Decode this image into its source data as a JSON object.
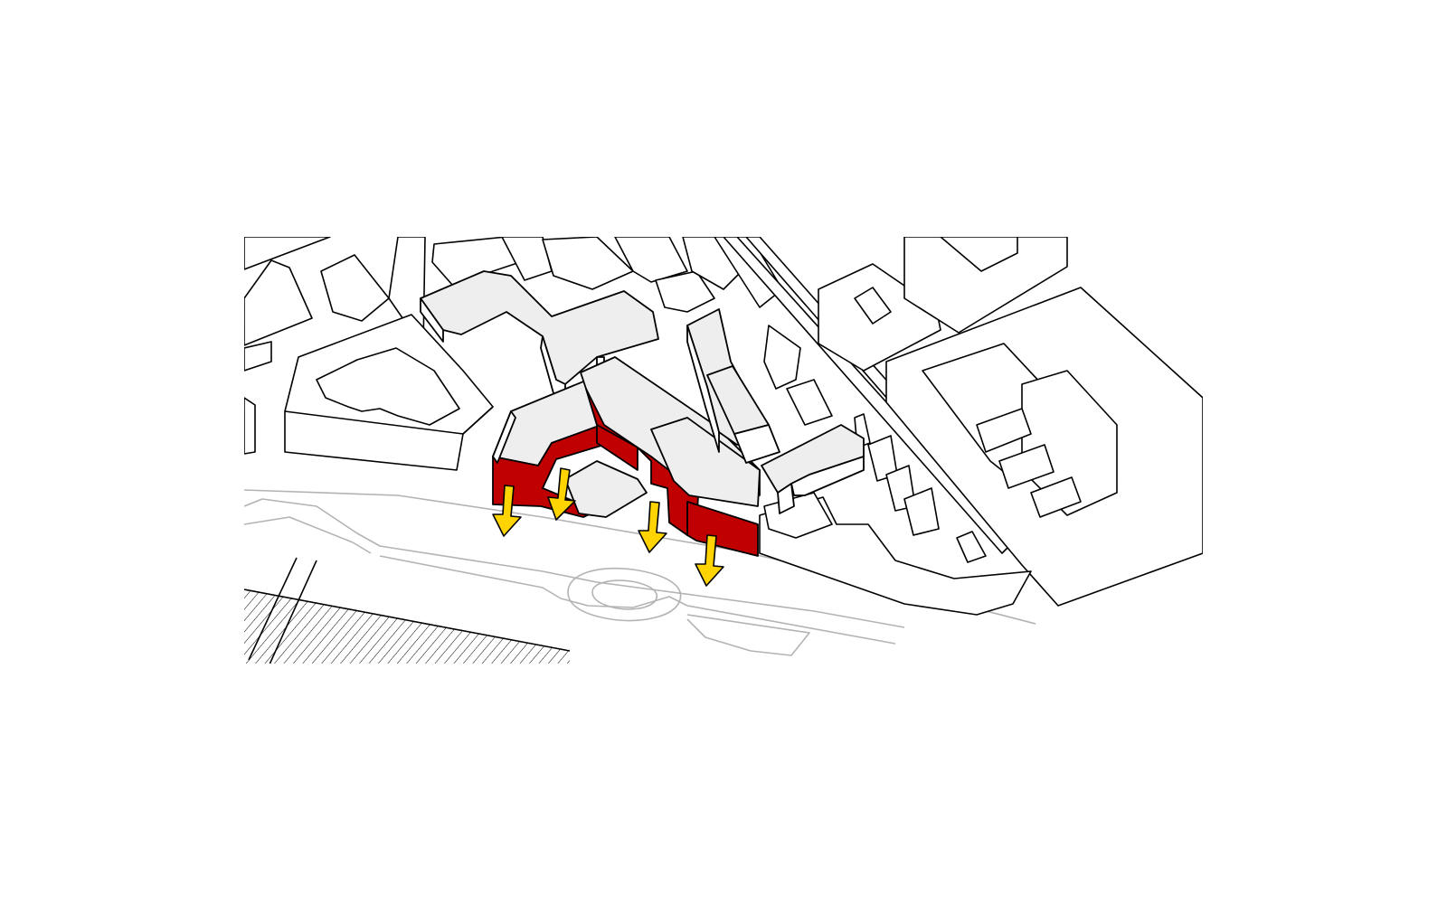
{
  "diagram": {
    "kind": "axonometric site massing",
    "colors": {
      "background": "#ffffff",
      "context_fill": "#ffffff",
      "new_roof": "#eeeeee",
      "active_facade": "#c00000",
      "arrow": "#ffd400",
      "road_lines": "#b3b3b3",
      "outline": "#000000"
    },
    "arrows": [
      {
        "id": "arrow-1",
        "direction": "down"
      },
      {
        "id": "arrow-2",
        "direction": "down"
      },
      {
        "id": "arrow-3",
        "direction": "down"
      },
      {
        "id": "arrow-4",
        "direction": "down"
      }
    ]
  }
}
